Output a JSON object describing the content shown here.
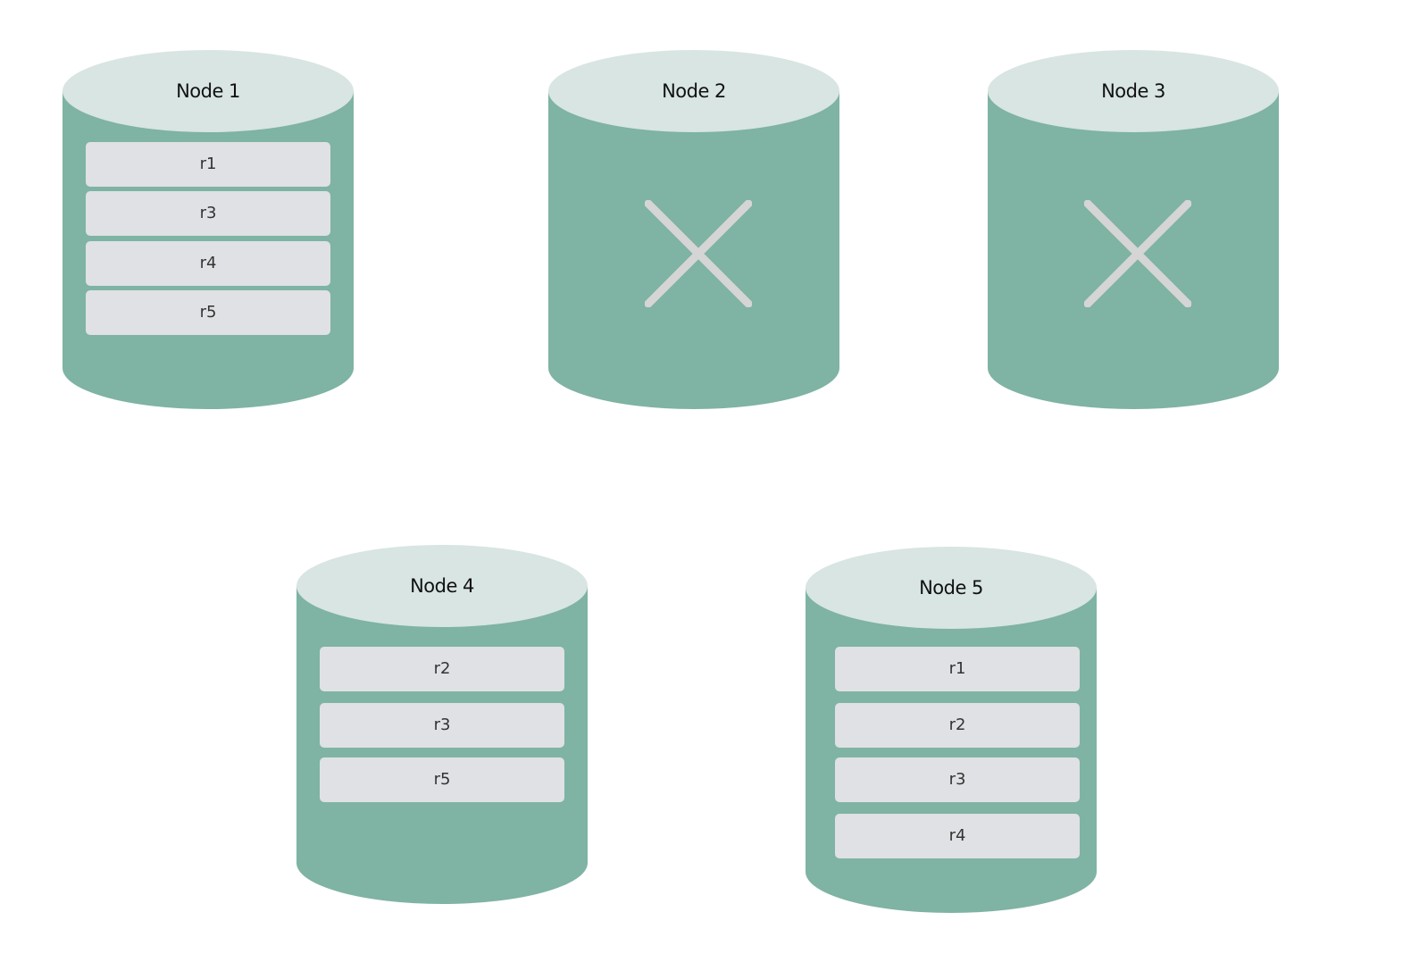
{
  "colors": {
    "body": "#7fb3a3",
    "top": "#d8e5e2",
    "replica": "#dfe1e4",
    "fail_mark": "#d5d5d5"
  },
  "nodes": [
    {
      "label": "Node 1",
      "status": "up",
      "replicas": [
        "r1",
        "r3",
        "r4",
        "r5"
      ]
    },
    {
      "label": "Node 2",
      "status": "down",
      "icon": "x-fail-icon",
      "replicas": []
    },
    {
      "label": "Node 3",
      "status": "down",
      "icon": "x-fail-icon",
      "replicas": []
    },
    {
      "label": "Node 4",
      "status": "up",
      "replicas": [
        "r2",
        "r3",
        "r5"
      ]
    },
    {
      "label": "Node 5",
      "status": "up",
      "replicas": [
        "r1",
        "r2",
        "r3",
        "r4"
      ]
    }
  ]
}
